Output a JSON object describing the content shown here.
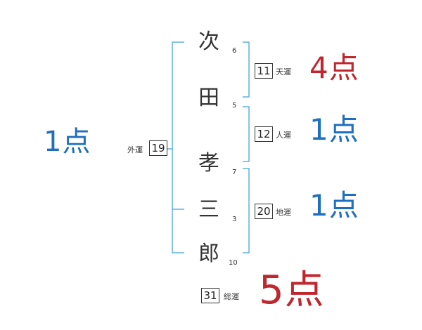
{
  "name": {
    "chars": [
      {
        "char": "次",
        "strokes": "6"
      },
      {
        "char": "田",
        "strokes": "5"
      },
      {
        "char": "孝",
        "strokes": "7"
      },
      {
        "char": "三",
        "strokes": "3"
      },
      {
        "char": "郎",
        "strokes": "10"
      }
    ]
  },
  "fortunes": {
    "gaiun": {
      "label": "外運",
      "value": "19",
      "score": "1点"
    },
    "tenun": {
      "label": "天運",
      "value": "11",
      "score": "4点"
    },
    "jinun": {
      "label": "人運",
      "value": "12",
      "score": "1点"
    },
    "chiun": {
      "label": "地運",
      "value": "20",
      "score": "1点"
    },
    "souun": {
      "label": "総運",
      "value": "31",
      "score": "5点"
    }
  },
  "colors": {
    "bracket": "#5fb0e0",
    "score_low": "#1f6fc0",
    "score_high": "#c0262d"
  }
}
